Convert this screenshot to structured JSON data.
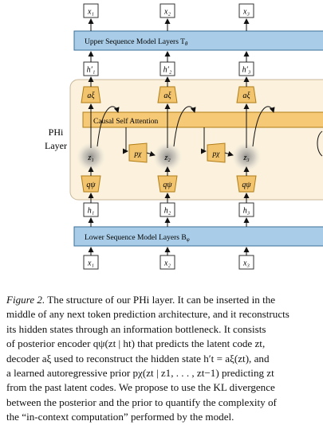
{
  "figure": {
    "upper_layer_label": "Upper Sequence Model Layers T",
    "upper_layer_sub": "θ",
    "lower_layer_label": "Lower Sequence Model Layers B",
    "lower_layer_sub": "φ",
    "phi_label_line1": "PHi",
    "phi_label_line2": "Layer",
    "attention_label": "Causal Self Attention",
    "top_tokens": [
      "x₁",
      "x₂",
      "x₃"
    ],
    "bottom_tokens": [
      "x₁",
      "x₂",
      "x₃"
    ],
    "h_prime": [
      "h′₁",
      "h′₂",
      "h′₃"
    ],
    "h": [
      "h₁",
      "h₂",
      "h₃"
    ],
    "decoder": [
      "aξ",
      "aξ",
      "aξ"
    ],
    "encoder": [
      "qψ",
      "qψ",
      "qψ"
    ],
    "latents": [
      "z₁",
      "z₂",
      "z₃"
    ],
    "prior": [
      "pχ",
      "pχ"
    ],
    "colors": {
      "layer_box_fill": "#a9cde8",
      "layer_box_stroke": "#3a6f99",
      "phi_box_fill": "#fbf1dc",
      "phi_box_stroke": "#c8b79a",
      "module_fill": "#f2c46d",
      "module_stroke": "#b07d18",
      "attention_fill": "#f6c977"
    }
  },
  "caption": {
    "label": "Figure 2.",
    "line1": "The structure of our PHi layer. It can be inserted in the",
    "line2": "middle of any next token prediction architecture, and it reconstructs",
    "line3": "its hidden states through an information bottleneck. It consists",
    "line4": "of posterior encoder qψ(zt | ht) that predicts the latent code zt,",
    "line5": "decoder aξ used to reconstruct the hidden state h′t = aξ(zt), and",
    "line6": "a learned autoregressive prior pχ(zt | z1, . . . , zt−1) predicting zt",
    "line7": "from the past latent codes. We propose to use the KL divergence",
    "line8": "between the posterior and the prior to quantify the complexity of",
    "line9": "the “in-context computation” performed by the model."
  }
}
